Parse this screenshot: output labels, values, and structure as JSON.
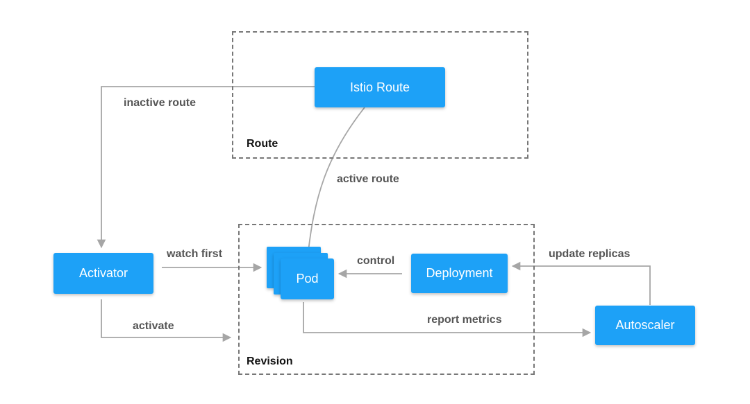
{
  "colors": {
    "node": "#1da1f7",
    "edge": "#a6a6a6",
    "group_border": "#777777"
  },
  "groups": {
    "route": "Route",
    "revision": "Revision"
  },
  "nodes": {
    "istio_route": "Istio Route",
    "activator": "Activator",
    "pod": "Pod",
    "deployment": "Deployment",
    "autoscaler": "Autoscaler"
  },
  "edges": {
    "inactive_route": "inactive route",
    "active_route": "active route",
    "watch_first": "watch first",
    "control": "control",
    "activate": "activate",
    "report_metrics": "report metrics",
    "update_replicas": "update replicas"
  }
}
